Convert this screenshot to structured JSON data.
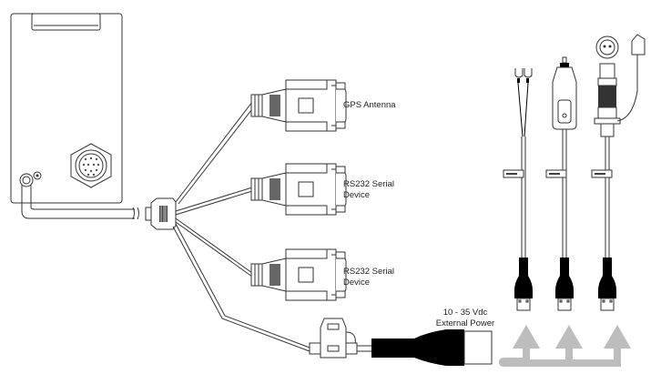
{
  "labels": {
    "gps": "GPS Antenna",
    "rs232_1_line1": "RS232 Serial",
    "rs232_1_line2": "Device",
    "rs232_2_line1": "RS232 Serial",
    "rs232_2_line2": "Device",
    "power_line1": "10 - 35 Vdc",
    "power_line2": "External Power"
  },
  "colors": {
    "stroke": "#333333",
    "arrow": "#bdbdbd",
    "plug": "#000000",
    "background": "#ffffff"
  },
  "components": [
    {
      "name": "main-unit"
    },
    {
      "name": "y-splitter"
    },
    {
      "name": "db9-gps-connector"
    },
    {
      "name": "db9-rs232-connector-1"
    },
    {
      "name": "db9-rs232-connector-2"
    },
    {
      "name": "inline-fuse-holder"
    },
    {
      "name": "power-barrel-plug"
    },
    {
      "name": "spade-terminal-cable"
    },
    {
      "name": "cigarette-lighter-cable"
    },
    {
      "name": "panel-socket-cable"
    }
  ]
}
